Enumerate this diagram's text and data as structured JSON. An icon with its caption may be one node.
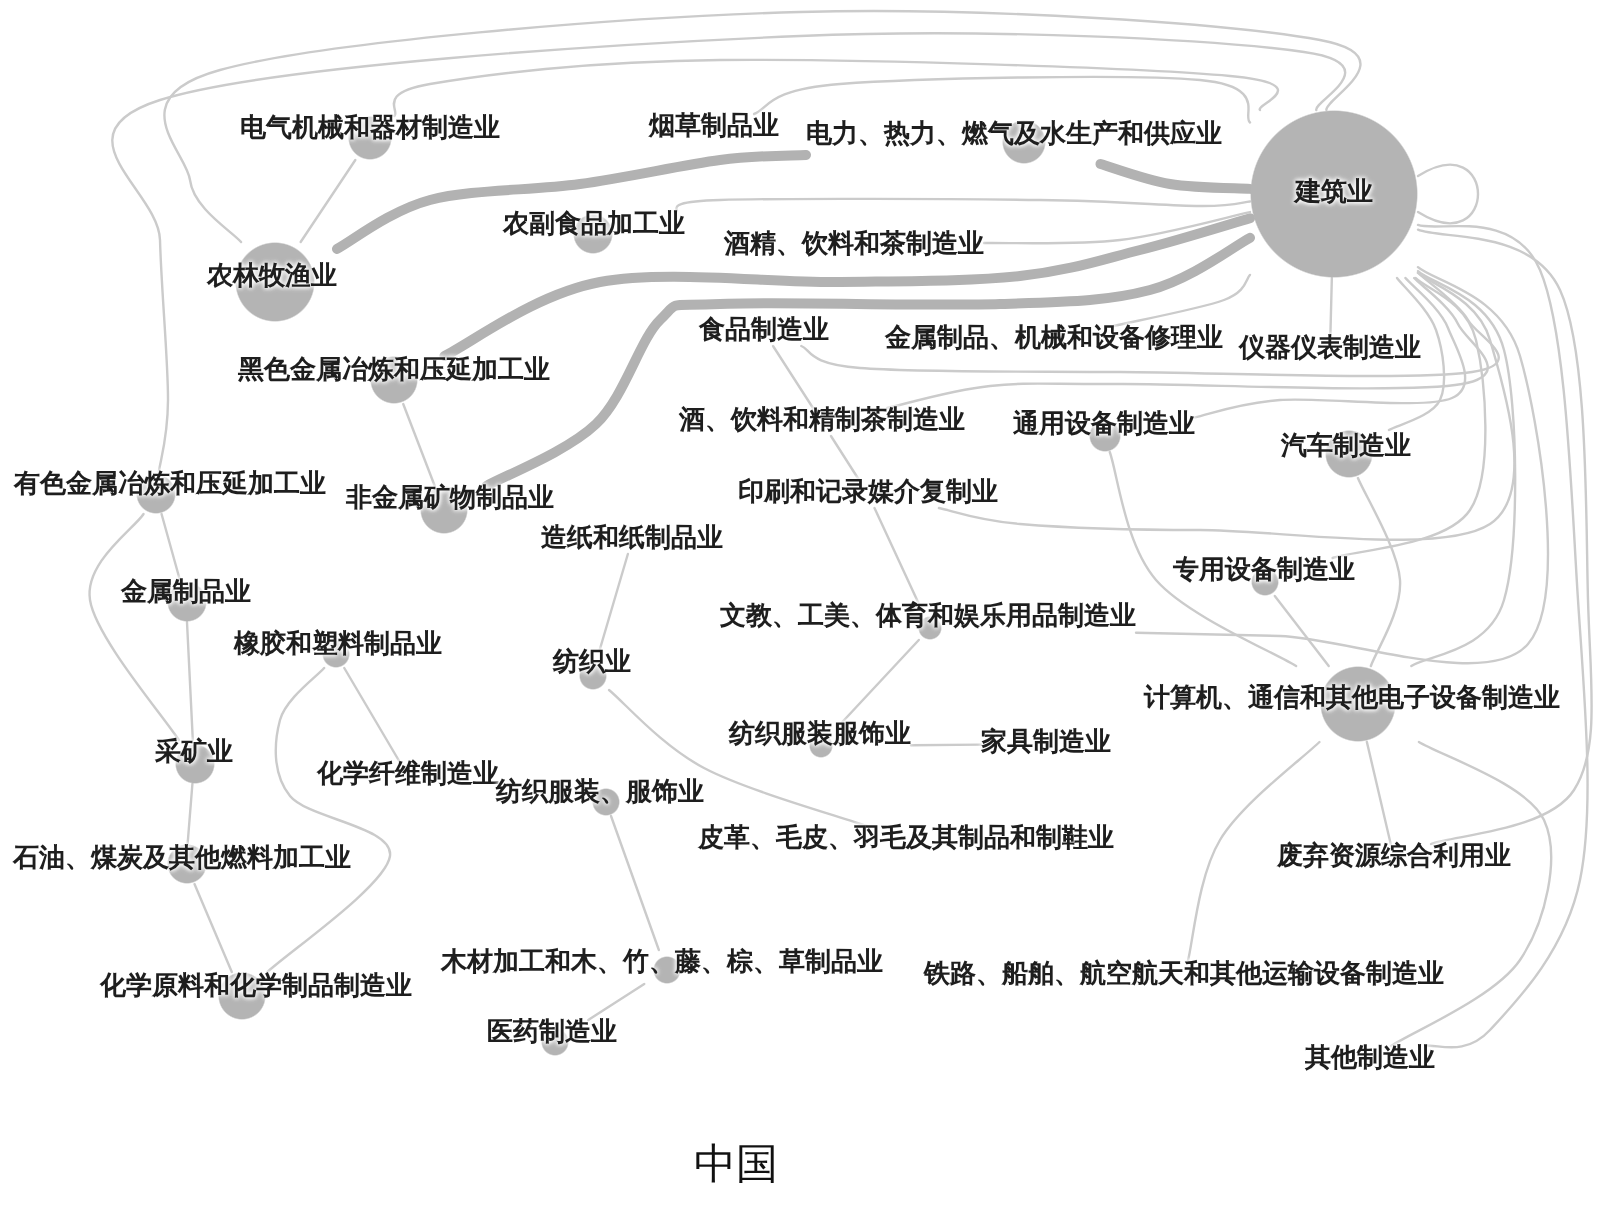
{
  "diagram": {
    "caption": "中国",
    "nodes": [
      {
        "text": [
          "电气机械和器材制造业"
        ]
      },
      {
        "text": [
          "烟草制品业"
        ]
      },
      {
        "text": [
          "电力、热力、燃气及水生产和供应业"
        ]
      },
      {
        "text": [
          "建筑业"
        ]
      },
      {
        "text": [
          "农副食品加工业"
        ]
      },
      {
        "text": [
          "酒精、饮料和茶制造业"
        ]
      },
      {
        "text": [
          "农林牧渔业"
        ]
      },
      {
        "text": [
          "食品制造业"
        ]
      },
      {
        "text": [
          "金属制品、机械和设备修理业"
        ]
      },
      {
        "text": [
          "仪器仪表制造业"
        ]
      },
      {
        "text": [
          "黑色金属冶炼和压延加工业"
        ]
      },
      {
        "text": [
          "酒、饮料和精制茶制造业"
        ]
      },
      {
        "text": [
          "通用设备制造业"
        ]
      },
      {
        "text": [
          "汽车制造业"
        ]
      },
      {
        "text": [
          "有色金属冶炼和压延加工业"
        ]
      },
      {
        "text": [
          "非金属矿物制品业"
        ]
      },
      {
        "text": [
          "印刷和记录媒介复制业"
        ]
      },
      {
        "text": [
          "造纸和纸制品业"
        ]
      },
      {
        "text": [
          "专用设备制造业"
        ]
      },
      {
        "text": [
          "金属制品业"
        ]
      },
      {
        "text": [
          "橡胶和塑料制品业"
        ]
      },
      {
        "text": [
          "文教、工美、体育和娱乐用品制造业"
        ]
      },
      {
        "text": [
          "纺织业"
        ]
      },
      {
        "text": [
          "计算机、通信和其他电子设备制造业"
        ]
      },
      {
        "text": [
          "采矿业"
        ]
      },
      {
        "text": [
          "化学纤维制造业"
        ]
      },
      {
        "text": [
          "纺织服装、服饰业"
        ]
      },
      {
        "text": [
          "纺织服装服饰业"
        ]
      },
      {
        "text": [
          "家具制造业"
        ]
      },
      {
        "text": [
          "石油、煤炭及其他燃料加工业"
        ]
      },
      {
        "text": [
          "皮革、毛皮、羽毛及其制品和制鞋业"
        ]
      },
      {
        "text": [
          "废弃资源综合利用业"
        ]
      },
      {
        "text": [
          "化学原料和化学制品制造业"
        ]
      },
      {
        "text": [
          "木材加工和木、竹、藤、棕、草制品业"
        ]
      },
      {
        "text": [
          "铁路、船舶、航空航天和其他运输设备制造业"
        ]
      },
      {
        "text": [
          "医药制造业"
        ]
      },
      {
        "text": [
          "其他制造业"
        ]
      }
    ],
    "edges": [
      {
        "from": 6,
        "to": 2,
        "arrow": "none",
        "style": "thick"
      },
      {
        "from": 2,
        "to": 3,
        "arrow": "none",
        "style": "thick"
      },
      {
        "from": 10,
        "to": 3,
        "arrow": "none",
        "style": "thick"
      },
      {
        "from": 15,
        "to": 3,
        "arrow": "none",
        "style": "thick"
      },
      {
        "from": 3,
        "to": 3,
        "arrow": "none"
      },
      {
        "from": 3,
        "to": 0,
        "arrow": "none"
      },
      {
        "from": 3,
        "to": 6,
        "arrow": "none"
      },
      {
        "from": 1,
        "to": 3,
        "arrow": "none"
      },
      {
        "from": 4,
        "to": 3,
        "arrow": "none"
      },
      {
        "from": 5,
        "to": 3,
        "arrow": "none"
      },
      {
        "from": 8,
        "to": 3,
        "arrow": "none"
      },
      {
        "from": 9,
        "to": 3,
        "arrow": "none"
      },
      {
        "from": 3,
        "to": 13,
        "arrow": "none"
      },
      {
        "from": 3,
        "to": 18,
        "arrow": "none"
      },
      {
        "from": 3,
        "to": 23,
        "arrow": "none"
      },
      {
        "from": 3,
        "to": 36,
        "arrow": "none"
      },
      {
        "from": 3,
        "to": 7,
        "arrow": "none"
      },
      {
        "from": 3,
        "to": 11,
        "arrow": "none"
      },
      {
        "from": 3,
        "to": 12,
        "arrow": "none"
      },
      {
        "from": 3,
        "to": 14,
        "arrow": "none"
      },
      {
        "from": 3,
        "to": 16,
        "arrow": "none"
      },
      {
        "from": 3,
        "to": 21,
        "arrow": "none"
      },
      {
        "from": 3,
        "to": 31,
        "arrow": "none"
      },
      {
        "from": 24,
        "to": 29,
        "arrow": "none"
      },
      {
        "from": 19,
        "to": 24,
        "arrow": "none"
      },
      {
        "from": 29,
        "to": 32,
        "arrow": "none"
      },
      {
        "from": 20,
        "to": 32,
        "arrow": "none"
      },
      {
        "from": 24,
        "to": 14,
        "arrow": "none"
      },
      {
        "from": 19,
        "to": 14,
        "arrow": "none"
      },
      {
        "from": 6,
        "to": 0,
        "arrow": "none"
      },
      {
        "from": 10,
        "to": 15,
        "arrow": "none"
      },
      {
        "from": 26,
        "to": 33,
        "arrow": "none"
      },
      {
        "from": 12,
        "to": 23,
        "arrow": "none"
      },
      {
        "from": 18,
        "to": 23,
        "arrow": "none"
      },
      {
        "from": 13,
        "to": 23,
        "arrow": "none"
      },
      {
        "from": 23,
        "to": 36,
        "arrow": "none"
      },
      {
        "from": 23,
        "to": 31,
        "arrow": "none"
      },
      {
        "from": 22,
        "to": 30,
        "arrow": "none"
      },
      {
        "from": 23,
        "to": 34,
        "arrow": "none"
      },
      {
        "from": 16,
        "to": 21,
        "arrow": "none"
      },
      {
        "from": 11,
        "to": 16,
        "arrow": "none"
      },
      {
        "from": 7,
        "to": 11,
        "arrow": "none"
      },
      {
        "from": 17,
        "to": 22,
        "arrow": "none"
      },
      {
        "from": 21,
        "to": 27,
        "arrow": "none"
      },
      {
        "from": 27,
        "to": 28,
        "arrow": "none"
      },
      {
        "from": 25,
        "to": 20,
        "arrow": "none"
      },
      {
        "from": 33,
        "to": 35,
        "arrow": "none"
      }
    ]
  }
}
